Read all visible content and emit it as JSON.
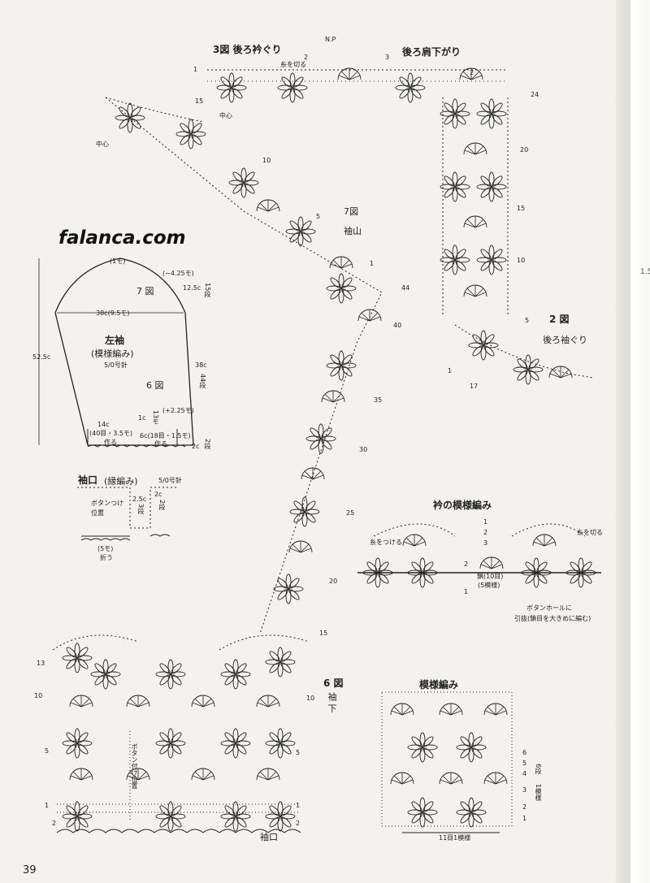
{
  "watermark": "falanca.com",
  "page_number": "39",
  "spine_text": "1.5",
  "fig3": {
    "title": "3図 後ろ衿ぐり",
    "np": "N.P",
    "right_title": "後ろ肩下がり",
    "cut_yarn": "糸を切る",
    "center": "中心",
    "center_left": "中心"
  },
  "fig7": {
    "title": "7図",
    "subtitle": "袖山"
  },
  "fig2": {
    "title": "2 図",
    "subtitle": "後ろ袖ぐり"
  },
  "fig6": {
    "title": "6 図",
    "subtitle": "袖 下",
    "cuff_label": "袖口",
    "button_label": "ボタン付け位置"
  },
  "sleeve_schematic": {
    "title": "左袖",
    "pattern": "(模様編み)",
    "hook": "5/0号針",
    "fig6": "6 図",
    "fig7": "7 図",
    "top": "(1モ)",
    "top_right": "(−4.25モ)",
    "top_right_dim": "12.5c",
    "top_right_rows": "15段",
    "width": "38c(9.5モ)",
    "height": "52.5c",
    "side_dim": "38c",
    "side_rows": "44段",
    "incr": "(+2.25モ)",
    "lower": "1c",
    "lower_rows": "13モ",
    "bottom": "14c",
    "bottom_sub": "(40目・3.5モ)",
    "make": "作る",
    "bottom2": "6c(18目・1.5モ)",
    "make2": "作る",
    "cuff_dim": "2c",
    "cuff_rows": "2段"
  },
  "cuff": {
    "title": "袖口",
    "type": "(縁編み)",
    "hook": "5/0号針",
    "button": "ボタンつけ位置",
    "dim1": "2.5c",
    "dim1_rows": "3段",
    "dim2": "2c",
    "dim2_rows": "2段",
    "bottom": "(5モ)",
    "fold": "折う"
  },
  "collar": {
    "title": "衿の模様編み",
    "attach": "糸をつける",
    "cut": "糸を切る",
    "chain": "鎖(10目)",
    "chain_sub": "(5模様)",
    "buttonhole": "ボタンホールに",
    "buttonhole2": "引抜(鎖目を大きめに編む)"
  },
  "pattern": {
    "title": "模様編み",
    "repeat": "6段",
    "repeat2": "1模様",
    "bottom": "11目1模様"
  },
  "round_numbers": {
    "fig3_1": "1",
    "fig3_2a": "2",
    "fig3_3": "3",
    "fig3_2b": "2",
    "fig3_15": "15",
    "fig3_24": "24",
    "fig2_20": "20",
    "fig2_15": "15",
    "fig2_10": "10",
    "fig2_5": "5",
    "fig2_1": "1",
    "fig2_17": "17",
    "fig7_10": "10",
    "fig7_5": "5",
    "fig7_1": "1",
    "fig7_44": "44",
    "fig7_40": "40",
    "fig7_35": "35",
    "fig7_30": "30",
    "fig7_25": "25",
    "fig7_20": "20",
    "fig7_15": "15",
    "fig6_13": "13",
    "fig6_10a": "10",
    "fig6_10b": "10",
    "fig6_5a": "5",
    "fig6_5b": "5",
    "fig6_1a": "1",
    "fig6_1b": "1",
    "fig6_2a": "2",
    "fig6_2b": "2",
    "col_1": "1",
    "col_2": "2",
    "col_3": "3",
    "col_2b": "2",
    "col_1b": "1",
    "pat_6": "6",
    "pat_5": "5",
    "pat_4": "4",
    "pat_3": "3",
    "pat_2": "2",
    "pat_1": "1"
  },
  "colors": {
    "ink": "#222222",
    "paper": "#f3f2ee"
  }
}
